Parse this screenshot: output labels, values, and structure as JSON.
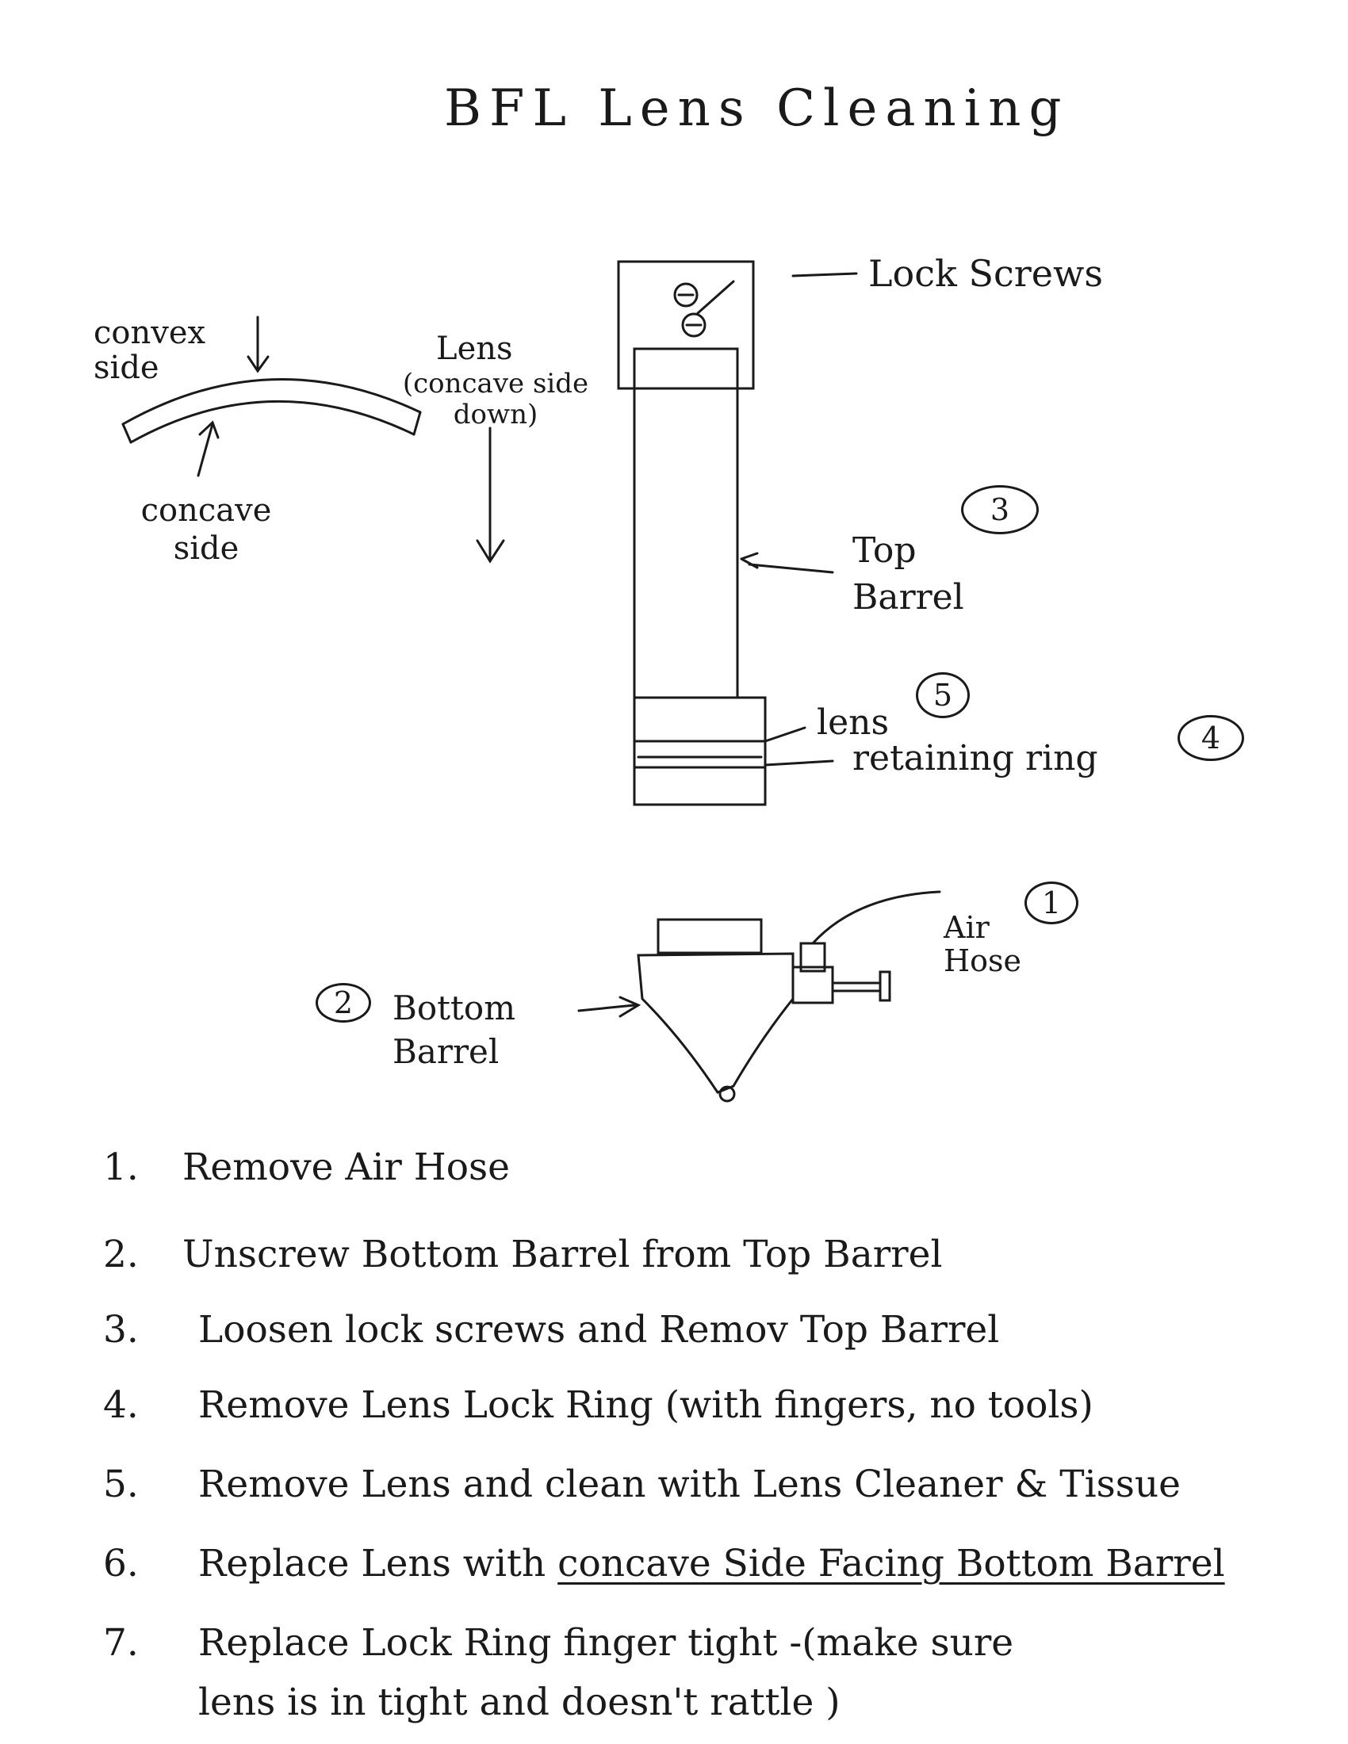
{
  "title": "BFL Lens Cleaning",
  "lens_sketch": {
    "convex_label": "convex side",
    "concave_label": "concave side",
    "lens_label": "Lens",
    "lens_sub": "(concave side down)"
  },
  "top_assembly": {
    "lock_screws": "Lock Screws",
    "top_barrel": "Top Barrel",
    "top_barrel_num": "3",
    "lens": "lens",
    "lens_num": "5",
    "retaining_ring": "retaining ring",
    "retaining_ring_num": "4"
  },
  "bottom_assembly": {
    "bottom_barrel": "Bottom Barrel",
    "bottom_barrel_num": "2",
    "air_hose": "Air Hose",
    "air_hose_num": "1"
  },
  "steps": [
    {
      "num": "1.",
      "text": "Remove Air Hose"
    },
    {
      "num": "2.",
      "text": "Unscrew Bottom Barrel from Top Barrel"
    },
    {
      "num": "3.",
      "text": "Loosen lock screws and Remov Top Barrel"
    },
    {
      "num": "4.",
      "text": "Remove Lens Lock Ring (with fingers, no tools)"
    },
    {
      "num": "5.",
      "text": "Remove Lens and clean with Lens Cleaner & Tissue"
    },
    {
      "num": "6.",
      "text_a": "Replace Lens with ",
      "text_b": "concave Side Facing Bottom Barrel"
    },
    {
      "num": "7.",
      "text": "Replace Lock Ring finger tight -(make sure",
      "text2": "lens is in tight and doesn't rattle )"
    }
  ]
}
